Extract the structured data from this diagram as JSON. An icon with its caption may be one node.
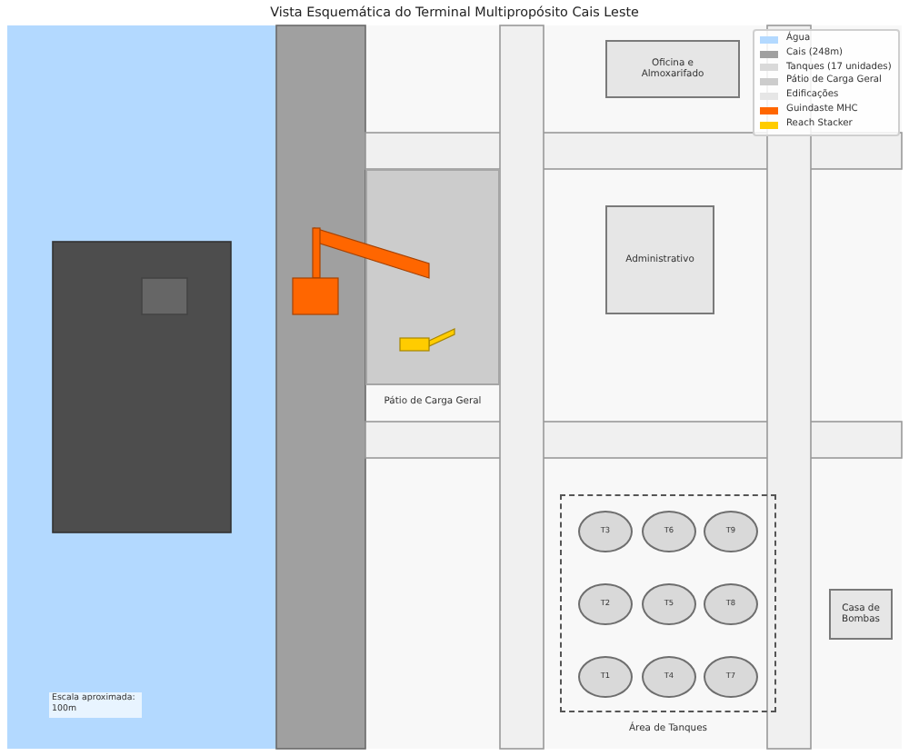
{
  "diagram": {
    "title": "Vista Esquemática do Terminal Multipropósito Cais Leste",
    "nodes": [
      {
        "text": [
          "Oficina e Almoxarifado"
        ]
      },
      {
        "text": [
          "Administrativo"
        ]
      },
      {
        "text": [
          "Pátio de Carga Geral"
        ]
      },
      {
        "text": [
          "Área de Tanques"
        ]
      },
      {
        "text": [
          "T3"
        ],
        "in": 3
      },
      {
        "text": [
          "T6"
        ],
        "in": 3
      },
      {
        "text": [
          "T9"
        ],
        "in": 3
      },
      {
        "text": [
          "T2"
        ],
        "in": 3
      },
      {
        "text": [
          "T5"
        ],
        "in": 3
      },
      {
        "text": [
          "T8"
        ],
        "in": 3
      },
      {
        "text": [
          "T1"
        ],
        "in": 3
      },
      {
        "text": [
          "T4"
        ],
        "in": 3
      },
      {
        "text": [
          "T7"
        ],
        "in": 3
      },
      {
        "text": [
          "Casa de Bombas"
        ]
      },
      {
        "text": [
          "Escala aproximada: 100m"
        ]
      }
    ],
    "legend": [
      {
        "text": "Água",
        "color": "#b3d9ff"
      },
      {
        "text": "Cais (248m)",
        "color": "#a0a0a0"
      },
      {
        "text": "Tanques (17 unidades)",
        "color": "#d9d9d9"
      },
      {
        "text": "Pátio de Carga Geral",
        "color": "#cccccc"
      },
      {
        "text": "Edificações",
        "color": "#e6e6e6"
      },
      {
        "text": "Guindaste MHC",
        "color": "#ff6600"
      },
      {
        "text": "Reach Stacker",
        "color": "#ffcc00"
      }
    ]
  }
}
